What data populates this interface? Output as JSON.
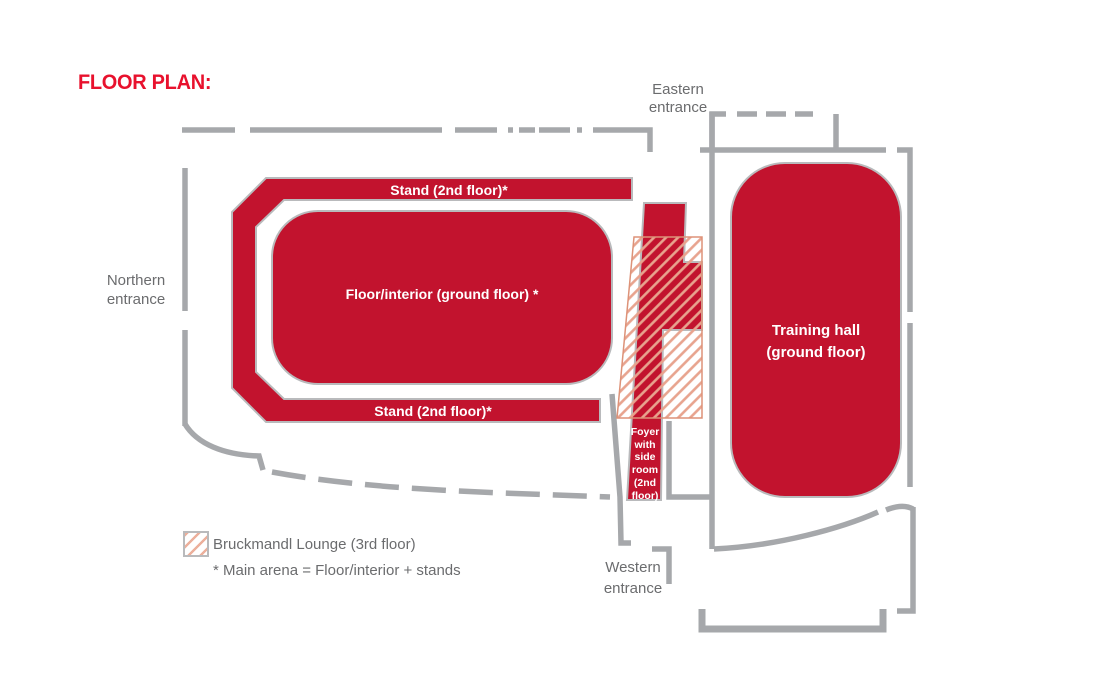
{
  "title": "FLOOR PLAN:",
  "labels": {
    "eastern_entrance": "Eastern\nentrance",
    "northern_entrance": "Northern\nentrance",
    "western_entrance": "Western\nentrance"
  },
  "areas": {
    "stand_top": "Stand (2nd floor)*",
    "stand_bottom": "Stand (2nd floor)*",
    "floor_interior": "Floor/interior (ground floor) *",
    "training_hall": "Training hall\n(ground floor)",
    "foyer": "Foyer\nwith\nside\nroom\n(2nd\nfloor)"
  },
  "legend": {
    "lounge_label": "Bruckmandl Lounge (3rd floor)",
    "footnote": "* Main arena = Floor/interior + stands"
  },
  "colors": {
    "area_red": "#c2132e",
    "title_red": "#e8112d",
    "wall_gray": "#a6a8ab",
    "text_gray": "#6b6c6e",
    "shape_outline": "#b9babc",
    "hatch_stripe": "#e8a38e",
    "hatch_border": "#dd9278"
  }
}
